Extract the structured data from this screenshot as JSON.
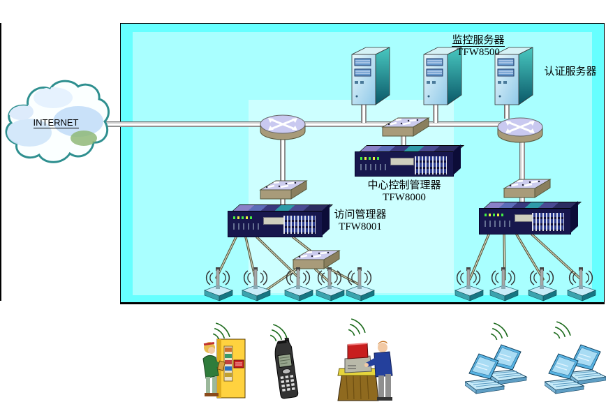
{
  "cloud": {
    "label": "INTERNET"
  },
  "labels": {
    "monitor_server": {
      "name": "监控服务器",
      "model": "TFW8500"
    },
    "auth_server": {
      "name": "认证服务器"
    },
    "central_manager": {
      "name": "中心控制管理器",
      "model": "TFW8000"
    },
    "access_manager": {
      "name": "访问管理器",
      "model": "TFW8001"
    }
  },
  "colors": {
    "outer": "#66FFFF",
    "panelA": "#A9FFFF",
    "panelB": "#CDFFFF",
    "cloudStroke": "#2E8F8F",
    "cable": "#6E6E52",
    "deviceNavy": "#17174D",
    "serverTeal": "#1E8C9C",
    "switchTan": "#A89B7A",
    "switchTop": "#CCCCEE",
    "apBlue": "#C8ECF8",
    "waveGreen": "#1A691A",
    "kioskYellow": "#FFD23F",
    "signRed": "#C81E1E"
  },
  "nodes": {
    "internet_cloud": "internet-cloud",
    "routers": [
      "edge-router-left",
      "edge-router-right"
    ],
    "switches": [
      "switch-top",
      "switch-left",
      "switch-right",
      "switch-bottom"
    ],
    "servers": [
      "monitor-server-1",
      "monitor-server-2",
      "auth-server"
    ],
    "managers": [
      "central-control-manager",
      "access-manager-left",
      "access-manager-right"
    ],
    "access_point_count": 9,
    "clients": [
      "kiosk-user",
      "handheld-terminal",
      "pos-operator",
      "laptop-pair-1",
      "laptop-pair-2"
    ]
  }
}
